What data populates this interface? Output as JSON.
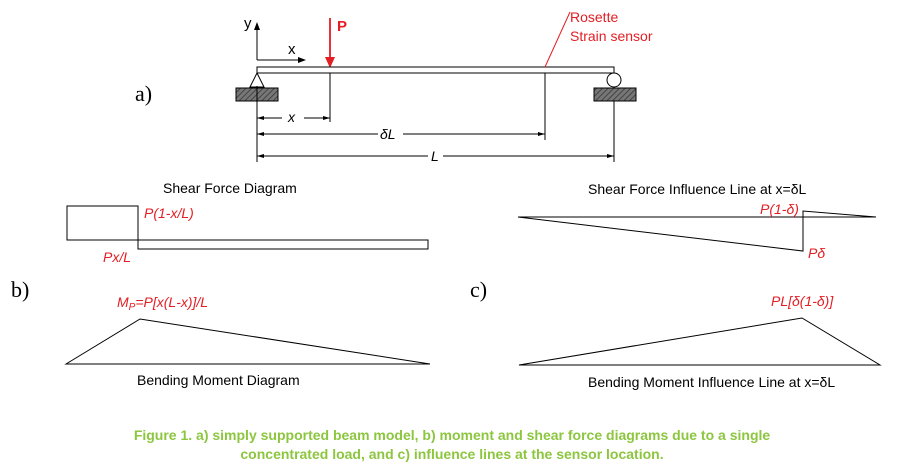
{
  "colors": {
    "annotation": "#e31e24",
    "caption": "#8cc63f",
    "line": "#000000",
    "support": "#555555"
  },
  "panel_labels": {
    "a": "a)",
    "b": "b)",
    "c": "c)"
  },
  "beam": {
    "axis_y": "y",
    "axis_x": "x",
    "load": "P",
    "sensor_line1": "Rosette",
    "sensor_line2": "Strain sensor",
    "dim_x": "x",
    "dim_dl": "δL",
    "dim_l": "L"
  },
  "shear_diagram": {
    "title": "Shear Force Diagram",
    "pos_label": "P(1-x/L)",
    "neg_label": "Px/L"
  },
  "moment_diagram": {
    "title": "Bending Moment Diagram",
    "peak_label": "MP=P[x(L-x)]/L",
    "peak_main": "M",
    "peak_sub": "P",
    "peak_rest": "=P[x(L-x)]/L"
  },
  "shear_influence": {
    "title": "Shear Force Influence Line at x=δL",
    "pos_label": "P(1-δ)",
    "neg_label": "Pδ"
  },
  "moment_influence": {
    "title": "Bending Moment Influence Line at x=δL",
    "peak_label": "PL[δ(1-δ)]"
  },
  "caption": {
    "line1": "Figure 1. a) simply supported beam model, b) moment and shear force diagrams due to a single",
    "line2": "concentrated load, and c) influence lines at the sensor location."
  }
}
